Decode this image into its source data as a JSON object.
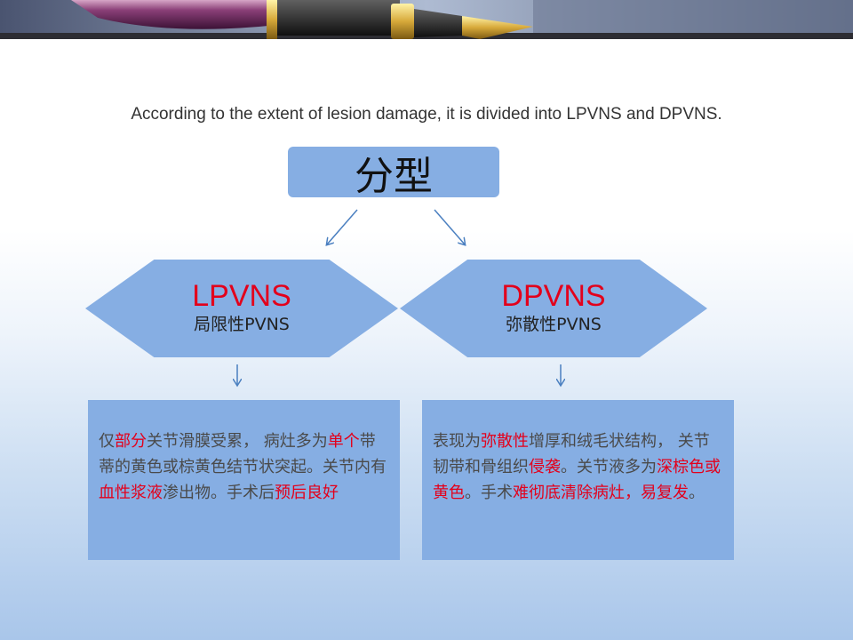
{
  "subtitle": "According to the extent of lesion damage, it is divided into LPVNS and  DPVNS.",
  "root": {
    "label": "分型"
  },
  "nodes": [
    {
      "title": "LPVNS",
      "subtitle": "局限性PVNS"
    },
    {
      "title": "DPVNS",
      "subtitle": "弥散性PVNS"
    }
  ],
  "descriptions": [
    {
      "segments": [
        {
          "text": "仅",
          "hl": false
        },
        {
          "text": "部分",
          "hl": true
        },
        {
          "text": "关节滑膜受累， 病灶多为",
          "hl": false
        },
        {
          "text": "单个",
          "hl": true
        },
        {
          "text": "带蒂的黄色或棕黄色结节状突起。关节内有",
          "hl": false
        },
        {
          "text": "血性浆液",
          "hl": true
        },
        {
          "text": "渗出物。手术后",
          "hl": false
        },
        {
          "text": "预后良好",
          "hl": true
        }
      ]
    },
    {
      "segments": [
        {
          "text": "表现为",
          "hl": false
        },
        {
          "text": "弥散性",
          "hl": true
        },
        {
          "text": "增厚和绒毛状结构， 关节韧带和骨组织",
          "hl": false
        },
        {
          "text": "侵袭",
          "hl": true
        },
        {
          "text": "。关节液多为",
          "hl": false
        },
        {
          "text": "深棕色或黄色",
          "hl": true
        },
        {
          "text": "。手术",
          "hl": false
        },
        {
          "text": "难彻底清除病灶，易复发",
          "hl": true
        },
        {
          "text": "。",
          "hl": false
        }
      ]
    }
  ],
  "colors": {
    "node_fill": "#86aee3",
    "highlight_text": "#e3001b",
    "body_text": "#4a4a4a",
    "arrow": "#4a7fc0"
  },
  "icons": {
    "banner": "fountain-pen-banner"
  }
}
